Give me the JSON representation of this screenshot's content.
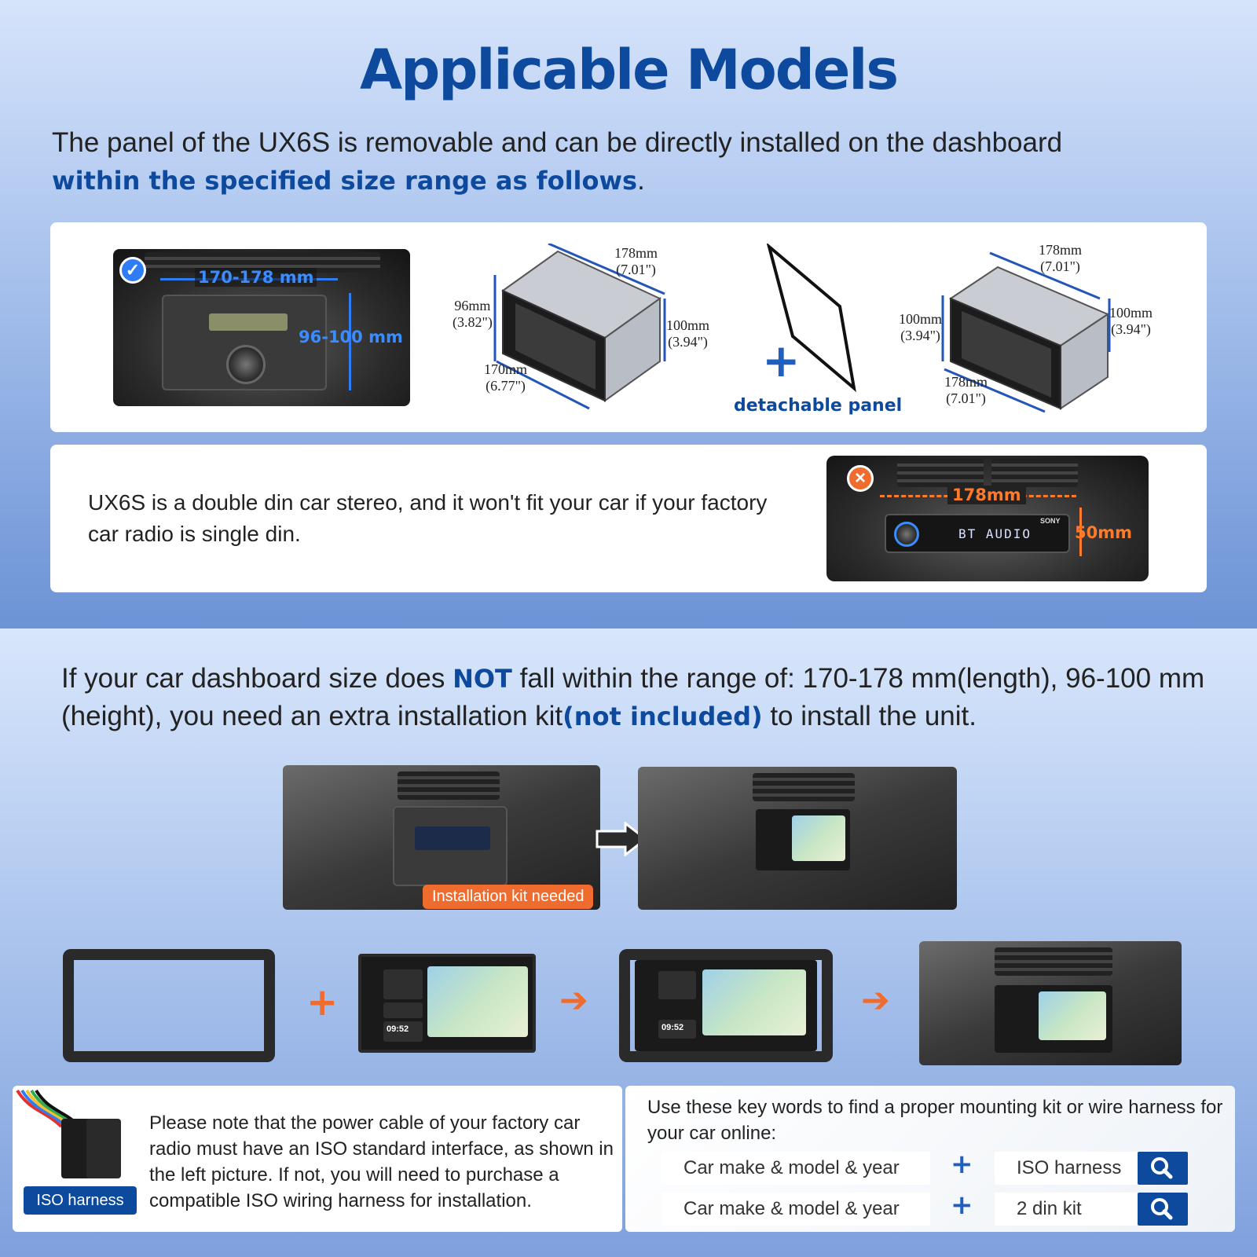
{
  "title": "Applicable Models",
  "intro": {
    "line1": "The panel of the UX6S is removable and can be directly installed on the dashboard",
    "highlight": "within the specified size range as follows",
    "suffix": "."
  },
  "fit_photo": {
    "width_label": "170-178 mm",
    "height_label": "96-100 mm"
  },
  "unit_dims": {
    "top_mm": "178mm",
    "top_in": "(7.01\")",
    "left_mm": "96mm",
    "left_in": "(3.82\")",
    "right_mm": "100mm",
    "right_in": "(3.94\")",
    "bottom_mm": "170mm",
    "bottom_in": "(6.77\")"
  },
  "detachable_label": "detachable panel",
  "panel_dims": {
    "top_mm": "178mm",
    "top_in": "(7.01\")",
    "left_mm": "100mm",
    "left_in": "(3.94\")",
    "right_mm": "100mm",
    "right_in": "(3.94\")",
    "bottom_mm": "178mm",
    "bottom_in": "(7.01\")"
  },
  "single_din": {
    "note": "UX6S is a double din car stereo, and it won't fit your car if your factory car radio is single din.",
    "width_label": "178mm",
    "height_label": "50mm",
    "radio_text": "BT AUDIO",
    "brand": "SONY"
  },
  "range_text": {
    "part1": "If your car dashboard size does ",
    "not": "NOT",
    "part2": " fall within the range of: 170-178 mm(length), 96-100 mm (height), you need an extra installation kit",
    "not_included": "(not included)",
    "part3": " to install the unit."
  },
  "kit_needed_label": "Installation kit needed",
  "screen_time": "09:52",
  "iso_note": {
    "text": "Please note that the power cable of your factory car radio must have an ISO standard interface, as shown in the left picture. If not, you will need to purchase a compatible ISO wiring harness for installation.",
    "tag": "ISO harness"
  },
  "keywords": {
    "intro": "Use these key words to find a proper mounting kit or wire harness for your car online:",
    "rows": [
      {
        "left": "Car make & model & year",
        "right": "ISO harness"
      },
      {
        "left": "Car make & model & year",
        "right": "2 din kit"
      }
    ]
  },
  "colors": {
    "title_blue": "#0d4a9e",
    "accent_orange": "#ef6b2e",
    "dim_blue": "#2e7cf6"
  }
}
